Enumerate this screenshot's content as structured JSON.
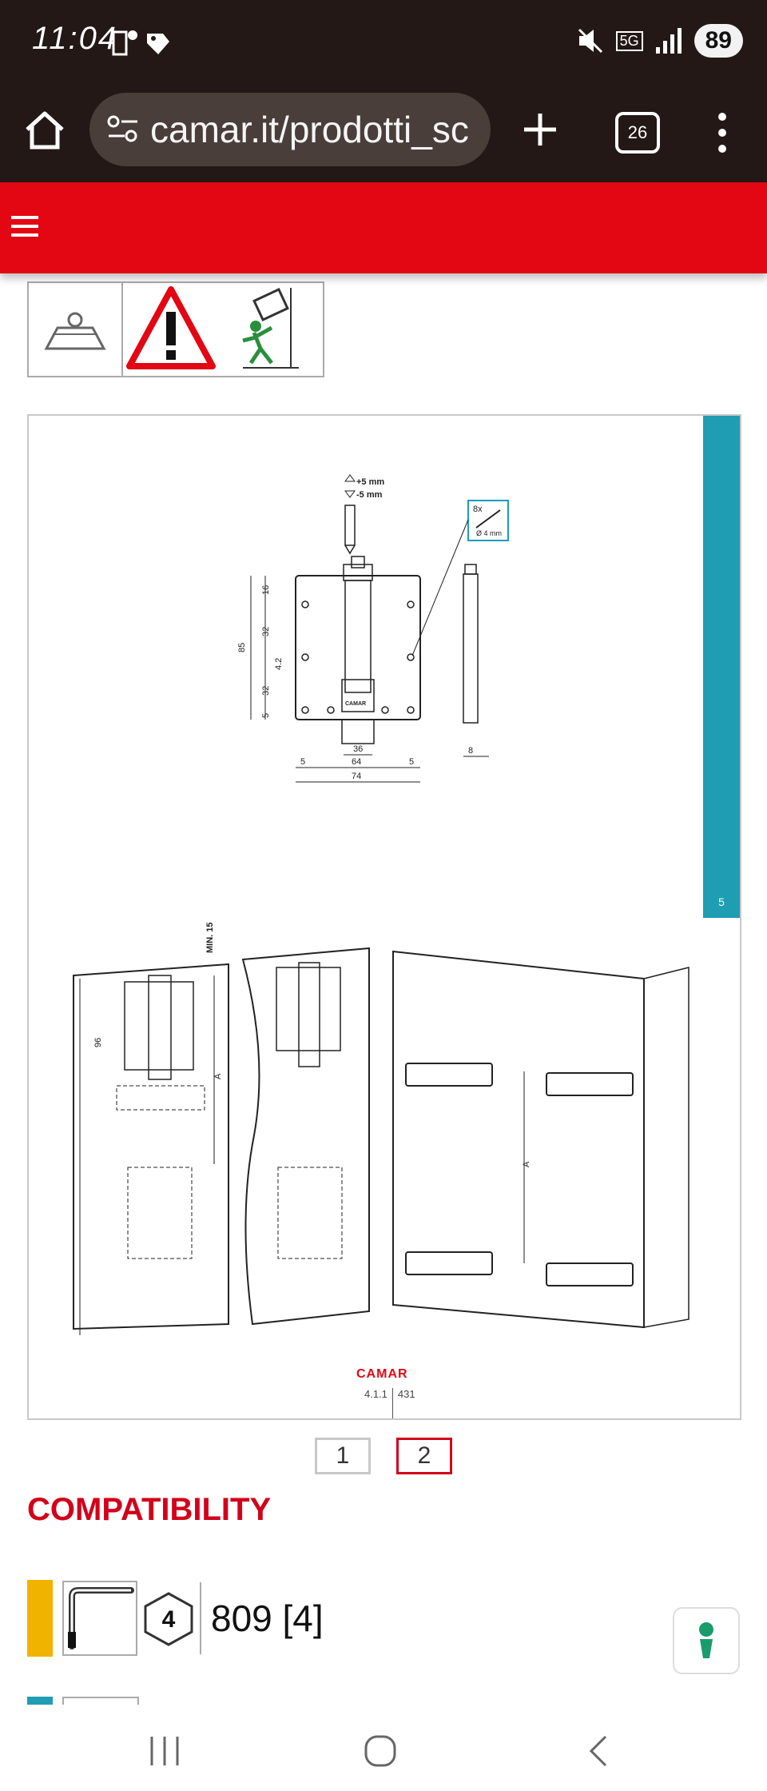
{
  "status_bar": {
    "time": "11:04",
    "network": "5G",
    "battery": "89"
  },
  "browser": {
    "url": "camar.it/prodotti_sc",
    "tab_count": "26"
  },
  "icons": {
    "home": "home-icon",
    "site_info": "tune-icon",
    "new_tab": "plus-icon",
    "tabs": "tabs-icon",
    "menu": "more-vert-icon",
    "hamburger": "hamburger-icon",
    "access": "accessibility-icon"
  },
  "sheet": {
    "side_tab_number": "5",
    "brand": "CAMAR",
    "page_small": "4.1.1",
    "page_code": "431",
    "drawing_labels": {
      "plus": "+5 mm",
      "minus": "-5 mm",
      "screws": "8x",
      "screw_size": "Ø 4 mm",
      "d16": "16",
      "d32a": "32",
      "d85": "85",
      "d42": "4.2",
      "d32b": "32",
      "d5": "5",
      "w36": "36",
      "w5a": "5",
      "w64": "64",
      "w5b": "5",
      "w74": "74",
      "w8": "8",
      "min15": "MIN. 15",
      "d96": "96",
      "a1": "A",
      "a2": "A"
    }
  },
  "pagination": {
    "page1": "1",
    "page2": "2",
    "active": 2
  },
  "compatibility": {
    "title": "COMPATIBILITY",
    "tool_size": "4",
    "item": "809 [4]"
  },
  "colors": {
    "brand_red": "#e30613",
    "accent_teal": "#1e9db3",
    "accent_yellow": "#f0b400",
    "chrome": "#231815"
  }
}
